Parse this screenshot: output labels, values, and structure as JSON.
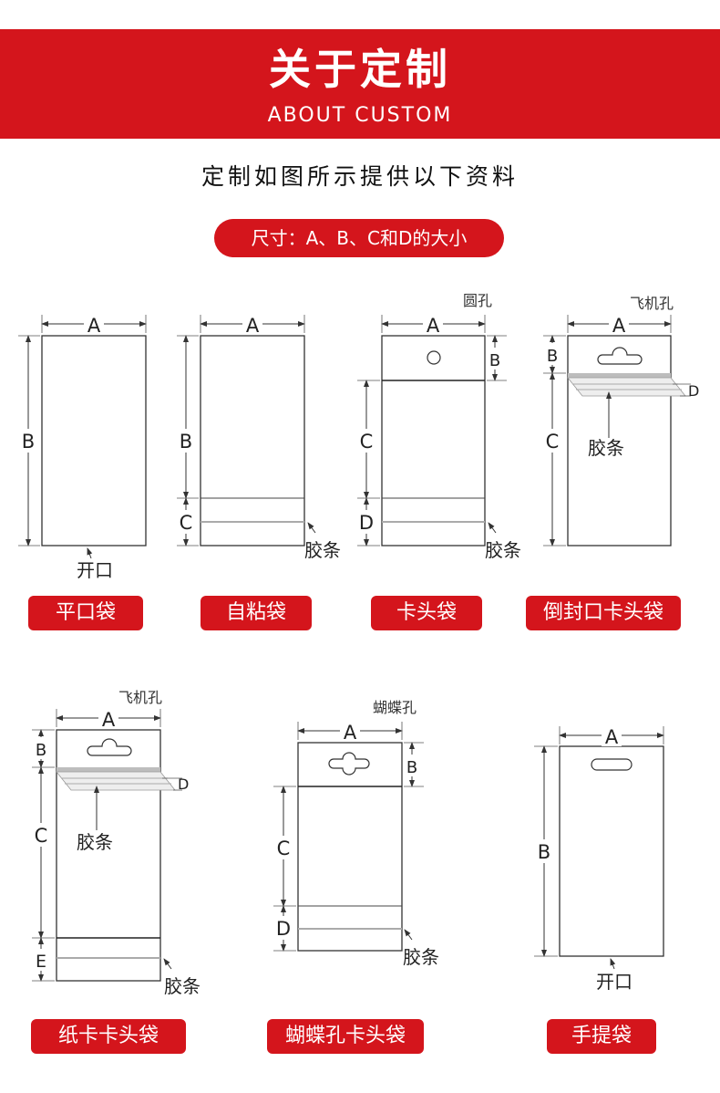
{
  "banner": {
    "title": "关于定制",
    "subtitle": "ABOUT CUSTOM"
  },
  "subtitle": "定制如图所示提供以下资料",
  "size_note": "尺寸：A、B、C和D的大小",
  "letters": {
    "a": "A",
    "b": "B",
    "c": "C",
    "d": "D",
    "e": "E"
  },
  "callouts": {
    "opening": "开口",
    "glue_strip": "胶条"
  },
  "hole_types": {
    "round": "圆孔",
    "airplane": "飞机孔",
    "butterfly": "蝴蝶孔"
  },
  "bag_types": {
    "flat": "平口袋",
    "self_adhesive": "自粘袋",
    "header": "卡头袋",
    "reverse_seal_header": "倒封口卡头袋",
    "paper_card_header": "纸卡卡头袋",
    "butterfly_header": "蝴蝶孔卡头袋",
    "handle": "手提袋"
  }
}
